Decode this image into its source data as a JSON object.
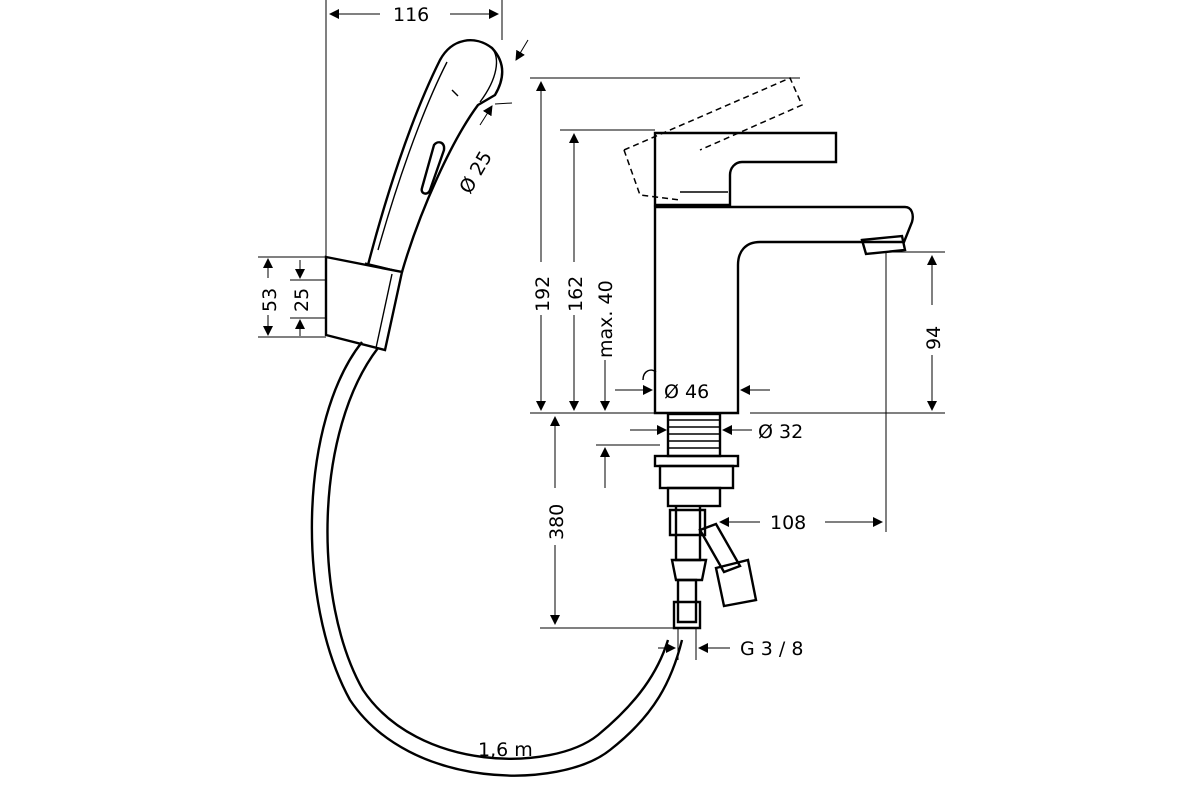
{
  "dimensions": {
    "handshower_width": "116",
    "handshower_diameter": "Ø 25",
    "holder_height": "53",
    "holder_offset": "25",
    "overall_height": "192",
    "spout_height": "162",
    "max_thickness": "max. 40",
    "base_diameter": "Ø 46",
    "shank_diameter": "Ø 32",
    "spout_clearance": "94",
    "hose_length_below": "380",
    "projection": "108",
    "connection_thread": "G 3 / 8",
    "hose_length": "1,6 m"
  },
  "colors": {
    "line": "#000000",
    "background": "#ffffff"
  }
}
